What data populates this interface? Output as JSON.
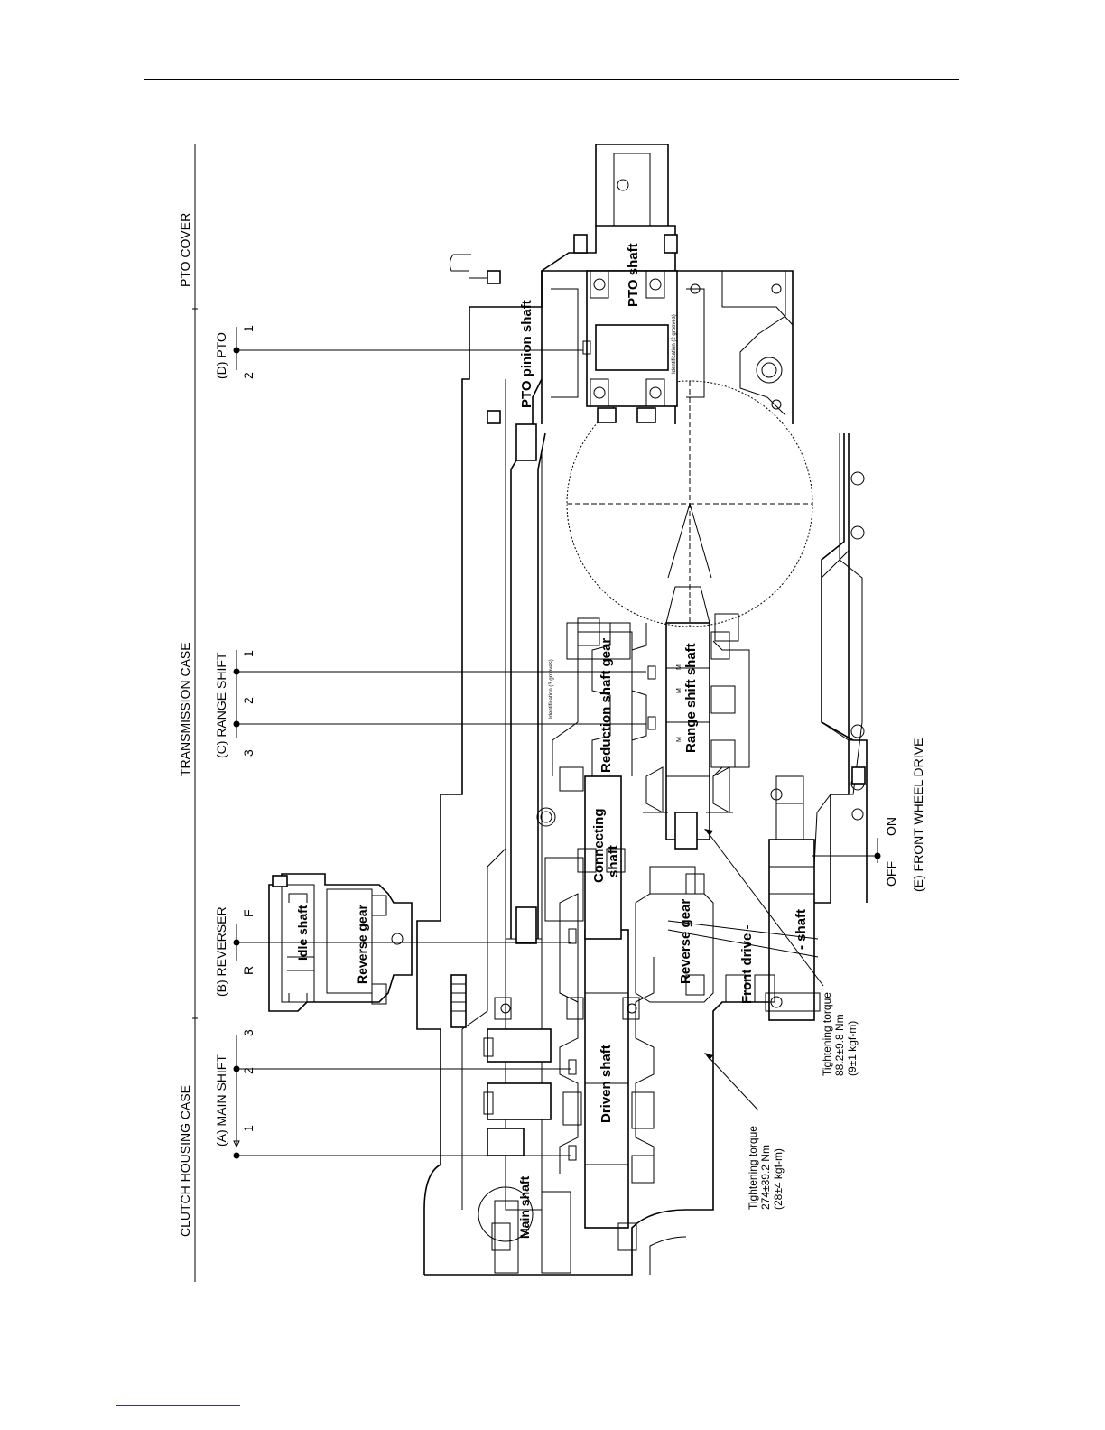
{
  "sections": {
    "clutch_housing": "CLUTCH HOUSING CASE",
    "transmission": "TRANSMISSION CASE",
    "pto_cover": "PTO COVER"
  },
  "levers": {
    "main_shift": {
      "label": "(A) MAIN SHIFT",
      "positions": [
        "1",
        "2",
        "3"
      ]
    },
    "reverser": {
      "label": "(B) REVERSER",
      "positions": [
        "R",
        "F"
      ]
    },
    "range_shift": {
      "label": "(C) RANGE SHIFT",
      "positions": [
        "3",
        "2",
        "1"
      ]
    },
    "pto": {
      "label": "(D) PTO",
      "positions": [
        "2",
        "1"
      ]
    },
    "front_wheel_drive": {
      "label": "(E) FRONT WHEEL DRIVE",
      "positions": [
        "OFF",
        "ON"
      ]
    }
  },
  "parts": {
    "main_shaft": "Main shaft",
    "driven_shaft": "Driven shaft",
    "idle_shaft": "Idle shaft",
    "reverse_gear_upper": "Reverse gear",
    "reverse_gear_lower": "Reverse gear",
    "front_drive": "Front drive -",
    "front_shaft": "- shaft",
    "connecting_shaft_1": "Connecting",
    "connecting_shaft_2": "shaft",
    "reduction_shaft_gear": "Reduction shaft gear",
    "range_shift_shaft": "Range shift shaft",
    "pto_pinion_shaft": "PTO pinion shaft",
    "pto_shaft": "PTO shaft"
  },
  "torques": {
    "upper": {
      "title": "Tightening torque",
      "value": "88.2±9.8 Nm",
      "kgf": "(9±1 kgf-m)"
    },
    "lower": {
      "title": "Tightening torque",
      "value": "274±39.2 Nm",
      "kgf": "(28±4 kgf-m)"
    }
  },
  "small_marks": {
    "identification_3": "Identification (3 grooves)",
    "identification_2": "Identification (2 grooves)",
    "m": "M"
  }
}
